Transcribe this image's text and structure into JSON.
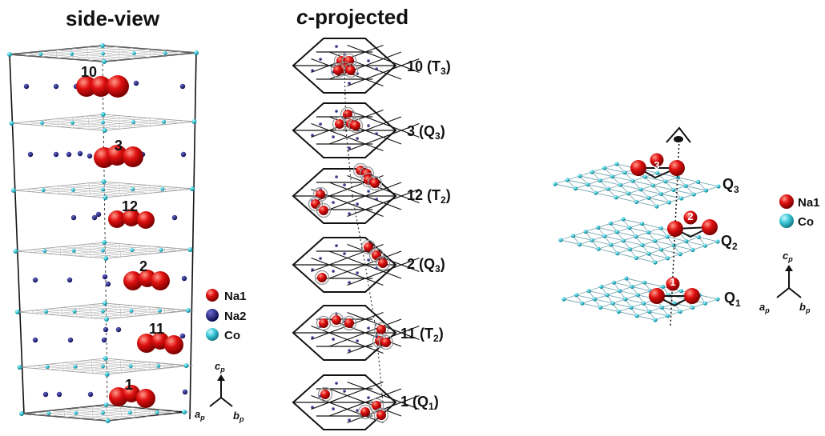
{
  "titles": {
    "side": "side-view",
    "projected_prefix": "c",
    "projected_suffix": "-projected"
  },
  "side_numbers": [
    "10",
    "3",
    "12",
    "2",
    "11",
    "1"
  ],
  "proj_labels": [
    {
      "num": "10",
      "main": "T",
      "sub": "3"
    },
    {
      "num": "3",
      "main": "Q",
      "sub": "3"
    },
    {
      "num": "12",
      "main": "T",
      "sub": "2"
    },
    {
      "num": "2",
      "main": "Q",
      "sub": "3"
    },
    {
      "num": "11",
      "main": "T",
      "sub": "2"
    },
    {
      "num": "1",
      "main": "Q",
      "sub": "1"
    }
  ],
  "layer_labels": [
    {
      "main": "Q",
      "sub": "3"
    },
    {
      "main": "Q",
      "sub": "2"
    },
    {
      "main": "Q",
      "sub": "1"
    }
  ],
  "site_numbers": [
    "3",
    "2",
    "1"
  ],
  "legend_left": [
    "Na1",
    "Na2",
    "Co"
  ],
  "legend_right": [
    "Na1",
    "Co"
  ],
  "axes": {
    "c": "c",
    "a": "a",
    "b": "b",
    "p": "p"
  },
  "colors": {
    "na1": "#e01010",
    "na2": "#1a1a7a",
    "co": "#3cc8d8",
    "line": "#111111",
    "grid": "#999999"
  }
}
